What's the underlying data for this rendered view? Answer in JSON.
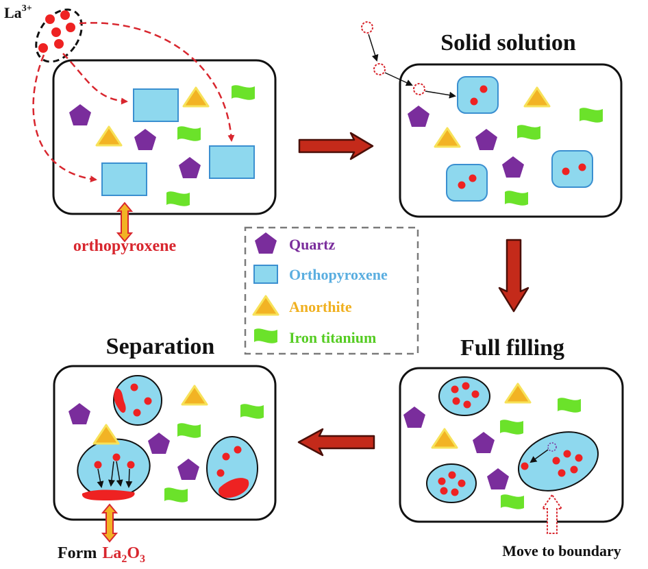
{
  "ion_label": {
    "base": "La",
    "charge": "3+"
  },
  "titles": {
    "solid_solution": "Solid solution",
    "full_filling": "Full filling",
    "separation": "Separation"
  },
  "annotations": {
    "orthopyroxene": "orthopyroxene",
    "move_to_boundary": "Move to boundary",
    "form_prefix": "Form",
    "form_formula": {
      "el1": "La",
      "sub1": "2",
      "el2": "O",
      "sub2": "3"
    }
  },
  "legend": {
    "items": [
      {
        "label": "Quartz",
        "color": "#7a2d9c",
        "icon": "pentagon-icon"
      },
      {
        "label": "Orthopyroxene",
        "color": "#5aaee0",
        "icon": "rectangle-icon"
      },
      {
        "label": "Anorthite",
        "color": "#f0b020",
        "icon": "triangle-icon"
      },
      {
        "label": "Iron titanium",
        "color": "#55cc22",
        "icon": "wavy-ribbon-icon"
      }
    ]
  },
  "colors": {
    "quartz": "#7a2d9c",
    "orthopyroxene_fill": "#8ed8ee",
    "orthopyroxene_stroke": "#3a8fd0",
    "anorthite": "#f2b324",
    "iron_titanium": "#6be22a",
    "la_ion": "#ee2222",
    "flow_arrow": "#c42a1a",
    "annotation_red": "#d8262e"
  }
}
